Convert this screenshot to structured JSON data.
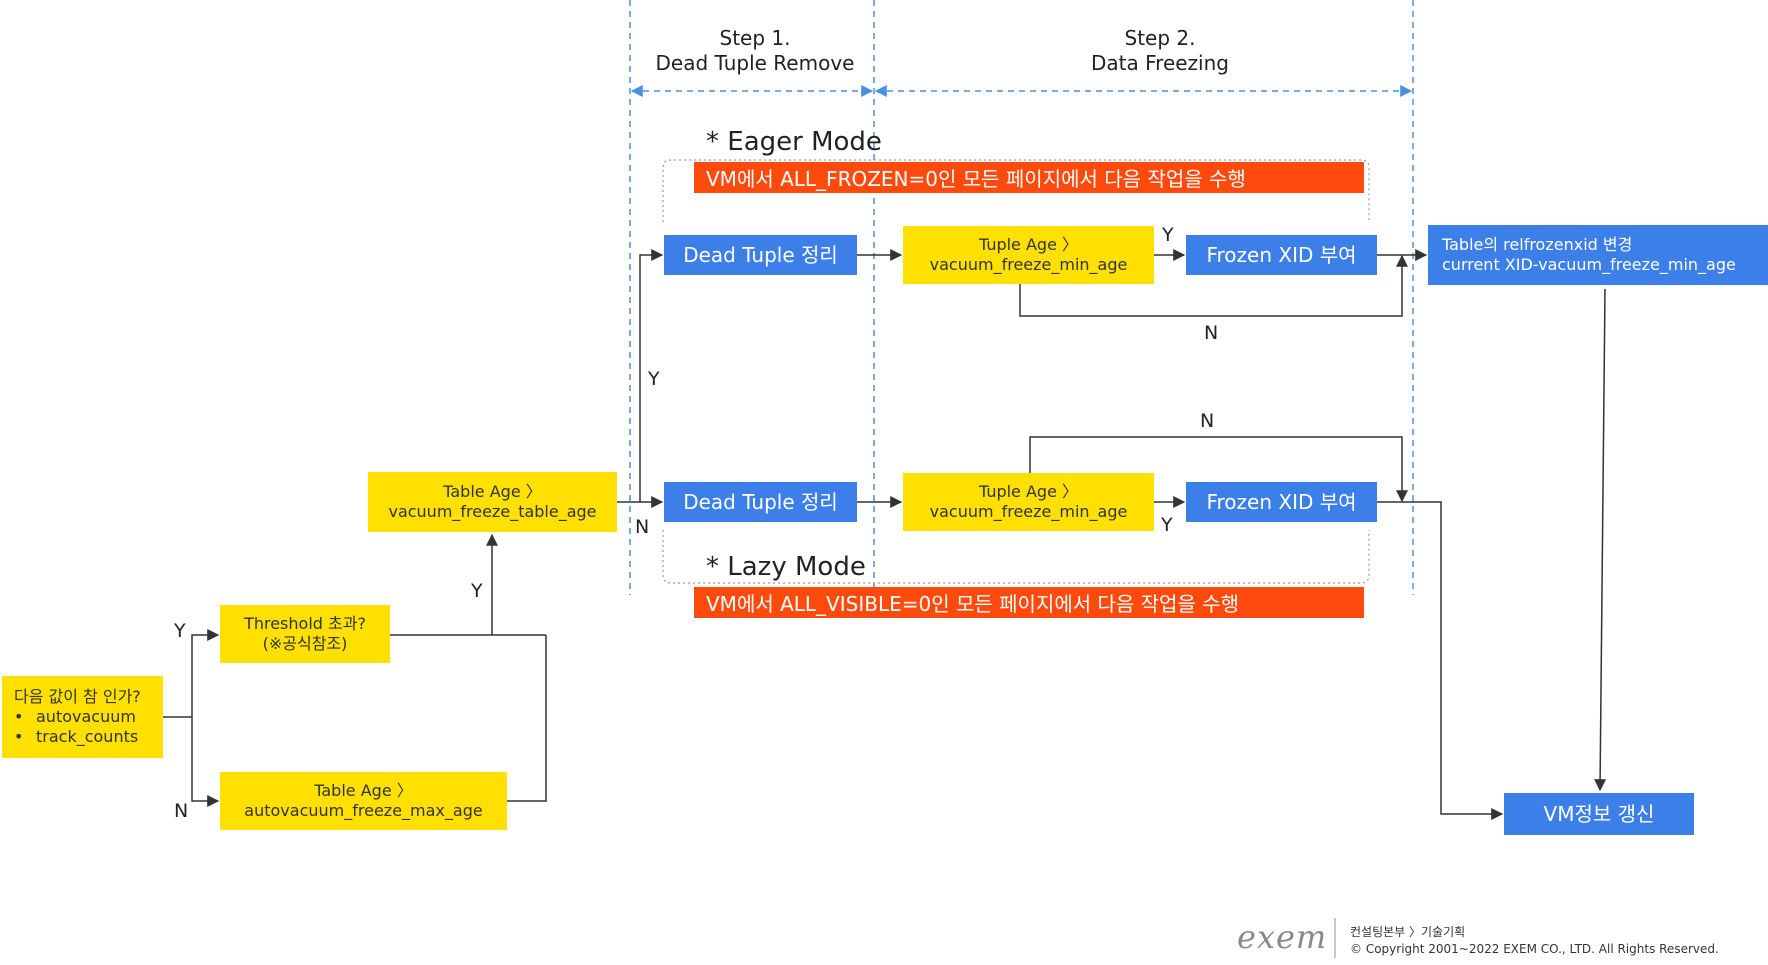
{
  "steps": {
    "step1": {
      "line1": "Step 1.",
      "line2": "Dead Tuple Remove"
    },
    "step2": {
      "line1": "Step 2.",
      "line2": "Data Freezing"
    }
  },
  "eager": {
    "title": "* Eager Mode",
    "banner": "VM에서 ALL_FROZEN=0인 모든 페이지에서 다음 작업을 수행",
    "dead_tuple": "Dead Tuple 정리",
    "tuple_age": {
      "line1": "Tuple Age 〉",
      "line2": "vacuum_freeze_min_age"
    },
    "frozen_xid": "Frozen XID 부여",
    "yes": "Y",
    "no": "N"
  },
  "lazy": {
    "title": "* Lazy Mode",
    "banner": "VM에서 ALL_VISIBLE=0인 모든 페이지에서 다음 작업을 수행",
    "dead_tuple": "Dead Tuple 정리",
    "tuple_age": {
      "line1": "Tuple Age 〉",
      "line2": "vacuum_freeze_min_age"
    },
    "frozen_xid": "Frozen XID 부여",
    "yes": "Y",
    "no": "N"
  },
  "start": {
    "title": "다음 값이 참 인가?",
    "bullet": "•",
    "items": [
      "autovacuum",
      "track_counts"
    ]
  },
  "threshold": {
    "line1": "Threshold 초과?",
    "line2": "(※공식참조)"
  },
  "max_age": {
    "line1": "Table Age 〉",
    "line2": "autovacuum_freeze_max_age"
  },
  "table_age": {
    "line1": "Table Age 〉",
    "line2": "vacuum_freeze_table_age"
  },
  "relfrozenxid": {
    "line1": "Table의 relfrozenxid 변경",
    "line2": "current XID-vacuum_freeze_min_age"
  },
  "vm_update": "VM정보 갱신",
  "labels": {
    "yes": "Y",
    "no": "N"
  },
  "footer": {
    "logo": "exem",
    "line1": "컨설팅본부 〉기술기획",
    "line2": "© Copyright 2001~2022   EXEM CO., LTD. All Rights Reserved."
  },
  "colors": {
    "yellow": "#ffe000",
    "blue": "#3d7fe8",
    "orange": "#ff4a0d",
    "guide": "#4a90e2",
    "line": "#333333"
  }
}
